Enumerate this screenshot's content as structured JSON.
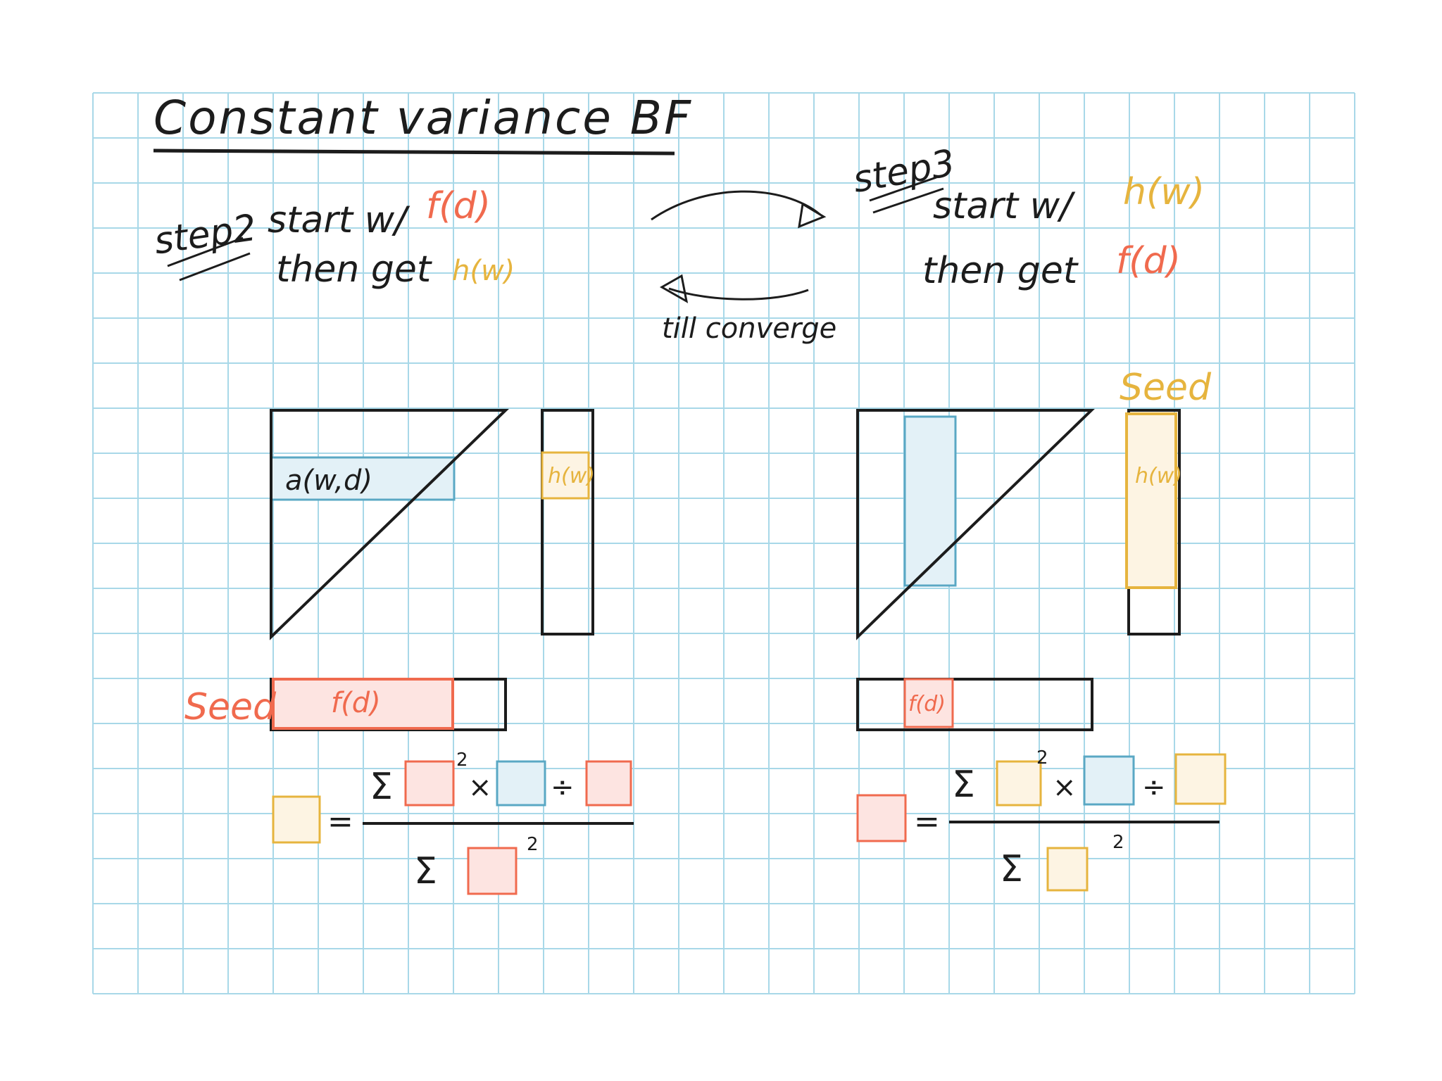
{
  "title": "Constant variance BF",
  "step2": {
    "label": "step2",
    "line1_prefix": "start w/",
    "line1_term": "f(d)",
    "line2_prefix": "then get",
    "line2_term": "h(w)"
  },
  "step3": {
    "label": "step3",
    "line1_prefix": "start w/",
    "line1_term": "h(w)",
    "line2_prefix": "then get",
    "line2_term": "f(d)"
  },
  "loop_label": "till converge",
  "left_diagram": {
    "matrix_label": "a(w,d)",
    "column_label": "h(w)",
    "seed_label": "Seed",
    "row_label": "f(d)"
  },
  "right_diagram": {
    "seed_label": "Seed",
    "column_label": "h(w)",
    "row_label": "f(d)"
  },
  "formula": {
    "sum": "Σ",
    "times": "×",
    "divide": "÷",
    "equals": "=",
    "square": "2"
  },
  "colors": {
    "grid": "#a8d8e8",
    "red": "#f06a4e",
    "red_fill": "#fde4e1",
    "yellow": "#e6b43e",
    "yellow_fill": "#fdf4e3",
    "blue": "#5aa8c4",
    "blue_fill": "#e3f1f7",
    "ink": "#1c1c1c"
  }
}
